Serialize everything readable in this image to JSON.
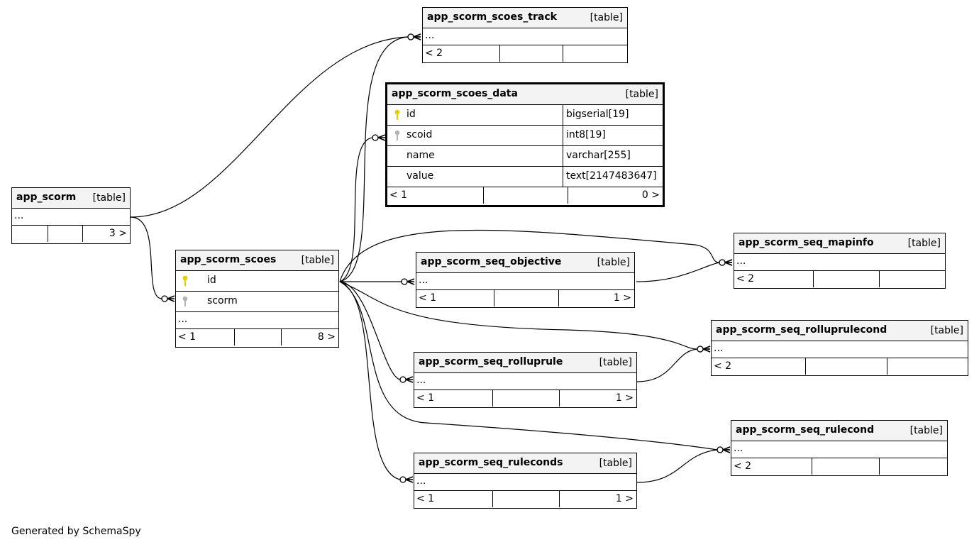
{
  "kind_label": "[table]",
  "ellipsis": "...",
  "credit": "Generated by SchemaSpy",
  "colors": {
    "primary_key": "#e6cc00",
    "foreign_key": "#b3b3b3",
    "header_bg": "#f3f3f3"
  },
  "tables": {
    "scorm": {
      "name": "app_scorm",
      "footer": {
        "left": "",
        "right": "3 >"
      }
    },
    "scoes": {
      "name": "app_scorm_scoes",
      "columns": [
        {
          "name": "id",
          "key": "primary-key-icon"
        },
        {
          "name": "scorm",
          "key": "foreign-key-icon"
        }
      ],
      "footer": {
        "left": "< 1",
        "right": "8 >"
      }
    },
    "scoes_track": {
      "name": "app_scorm_scoes_track",
      "footer": {
        "left": "< 2",
        "right": ""
      }
    },
    "scoes_data": {
      "name": "app_scorm_scoes_data",
      "columns": [
        {
          "name": "id",
          "type": "bigserial[19]",
          "key": "primary-key-icon"
        },
        {
          "name": "scoid",
          "type": "int8[19]",
          "key": "foreign-key-icon"
        },
        {
          "name": "name",
          "type": "varchar[255]"
        },
        {
          "name": "value",
          "type": "text[2147483647]"
        }
      ],
      "footer": {
        "left": "< 1",
        "right": "0 >"
      }
    },
    "seq_objective": {
      "name": "app_scorm_seq_objective",
      "footer": {
        "left": "< 1",
        "right": "1 >"
      }
    },
    "seq_mapinfo": {
      "name": "app_scorm_seq_mapinfo",
      "footer": {
        "left": "< 2",
        "right": ""
      }
    },
    "seq_rolluprulecond": {
      "name": "app_scorm_seq_rolluprulecond",
      "footer": {
        "left": "< 2",
        "right": ""
      }
    },
    "seq_rolluprule": {
      "name": "app_scorm_seq_rolluprule",
      "footer": {
        "left": "< 1",
        "right": "1 >"
      }
    },
    "seq_rulecond": {
      "name": "app_scorm_seq_rulecond",
      "footer": {
        "left": "< 2",
        "right": ""
      }
    },
    "seq_ruleconds": {
      "name": "app_scorm_seq_ruleconds",
      "footer": {
        "left": "< 1",
        "right": "1 >"
      }
    }
  }
}
